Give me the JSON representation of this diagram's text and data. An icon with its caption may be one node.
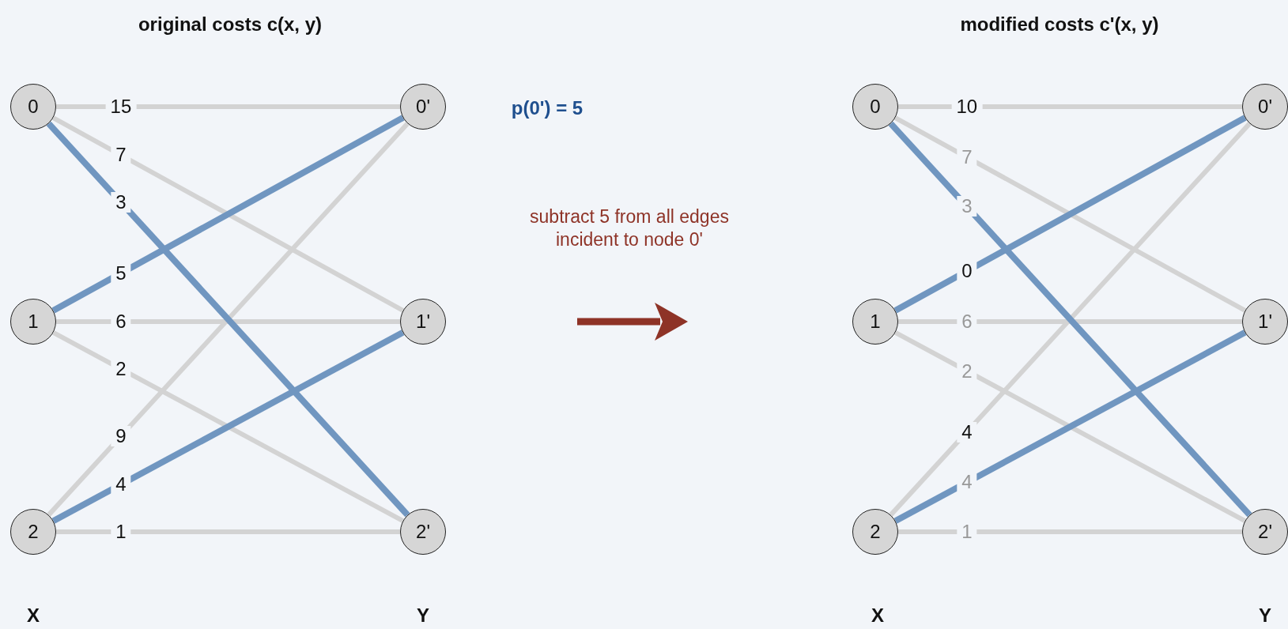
{
  "diagram": {
    "nodes": [
      {
        "text": [
          "0"
        ]
      },
      {
        "text": [
          "1"
        ]
      },
      {
        "text": [
          "2"
        ]
      },
      {
        "text": [
          "0'"
        ]
      },
      {
        "text": [
          "1'"
        ]
      },
      {
        "text": [
          "2'"
        ]
      },
      {
        "text": [
          "0"
        ]
      },
      {
        "text": [
          "1"
        ]
      },
      {
        "text": [
          "2"
        ]
      },
      {
        "text": [
          "0'"
        ]
      },
      {
        "text": [
          "1'"
        ]
      },
      {
        "text": [
          "2'"
        ]
      }
    ],
    "edges": [
      {
        "from": 0,
        "to": 3,
        "arrow": "none",
        "label": "15"
      },
      {
        "from": 0,
        "to": 4,
        "arrow": "none",
        "label": "7"
      },
      {
        "from": 0,
        "to": 5,
        "arrow": "none",
        "label": "3",
        "color": "#7096c0"
      },
      {
        "from": 1,
        "to": 3,
        "arrow": "none",
        "label": "5",
        "color": "#7096c0"
      },
      {
        "from": 1,
        "to": 4,
        "arrow": "none",
        "label": "6"
      },
      {
        "from": 1,
        "to": 5,
        "arrow": "none",
        "label": "2"
      },
      {
        "from": 2,
        "to": 3,
        "arrow": "none",
        "label": "9"
      },
      {
        "from": 2,
        "to": 4,
        "arrow": "none",
        "label": "4",
        "color": "#7096c0"
      },
      {
        "from": 2,
        "to": 5,
        "arrow": "none",
        "label": "1"
      },
      {
        "from": 6,
        "to": 9,
        "arrow": "none",
        "label": "10"
      },
      {
        "from": 6,
        "to": 10,
        "arrow": "none",
        "label": "7"
      },
      {
        "from": 6,
        "to": 11,
        "arrow": "none",
        "label": "3",
        "color": "#7096c0"
      },
      {
        "from": 7,
        "to": 9,
        "arrow": "none",
        "label": "0",
        "color": "#7096c0"
      },
      {
        "from": 7,
        "to": 10,
        "arrow": "none",
        "label": "6"
      },
      {
        "from": 7,
        "to": 11,
        "arrow": "none",
        "label": "2"
      },
      {
        "from": 8,
        "to": 9,
        "arrow": "none",
        "label": "4"
      },
      {
        "from": 8,
        "to": 10,
        "arrow": "none",
        "label": "4",
        "color": "#7096c0"
      },
      {
        "from": 8,
        "to": 11,
        "arrow": "none",
        "label": "1"
      }
    ],
    "labels": [
      "original costs c(x, y)",
      "modified costs c'(x, y)",
      "p(0') = 5",
      "subtract 5 from all edges incident to node 0'",
      "X",
      "Y",
      "X",
      "Y"
    ]
  }
}
